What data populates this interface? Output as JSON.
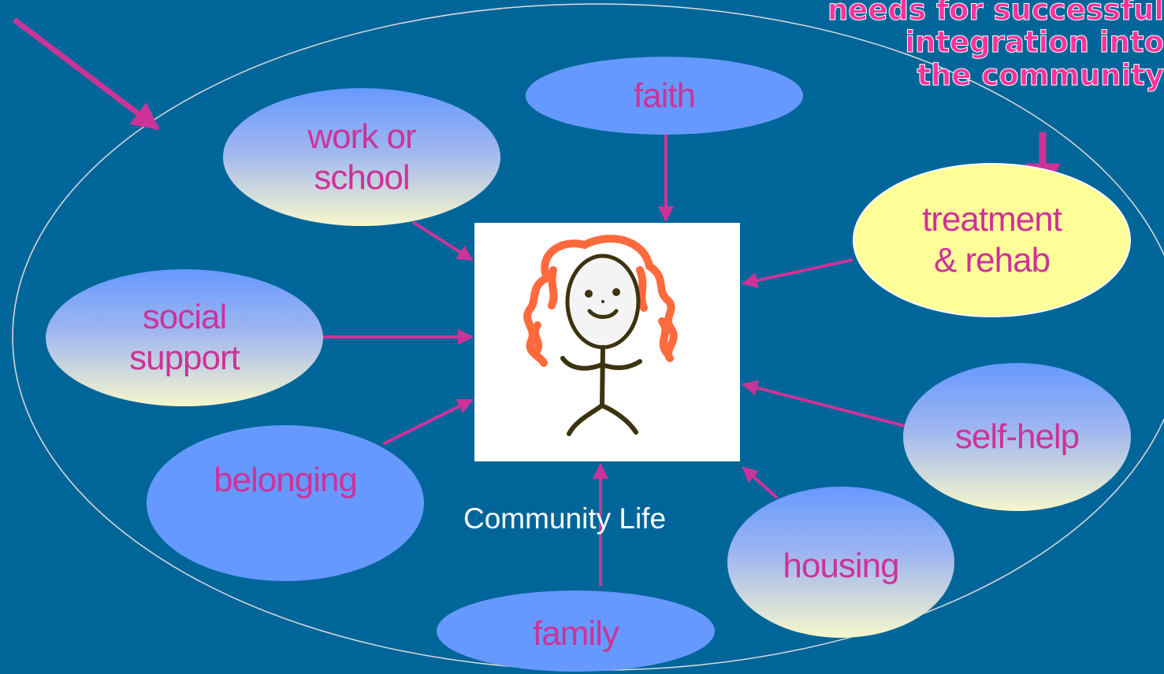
{
  "diagram": {
    "note": "needs for successful\nintegration into\nthe community",
    "center_label": "Community Life",
    "nodes": {
      "faith": "faith",
      "work_or_school": "work or\nschool",
      "treatment_rehab": "treatment\n& rehab",
      "social_support": "social\nsupport",
      "self_help": "self-help",
      "belonging": "belonging",
      "housing": "housing",
      "family": "family"
    }
  },
  "colors": {
    "background": "#006699",
    "arrow": "#cc3399",
    "node_blue": "#6699ff",
    "node_yellow": "#ffff99",
    "label": "#cc3399"
  }
}
